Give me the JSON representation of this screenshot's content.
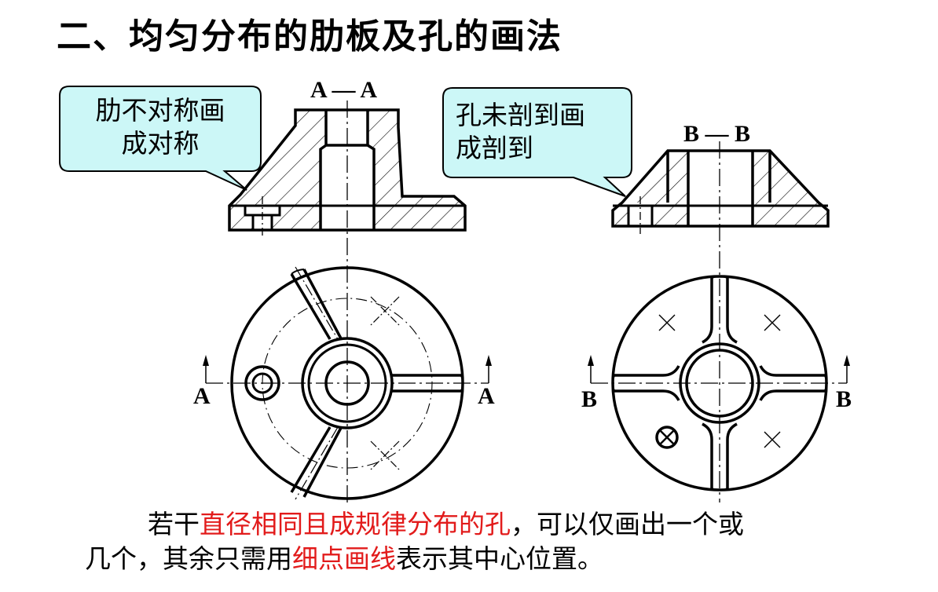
{
  "title": "二、均匀分布的肋板及孔的画法",
  "left_view": {
    "section_label": "A — A",
    "cut_label_left": "A",
    "cut_label_right": "A",
    "callout": {
      "line1": "肋不对称画",
      "line2": "成对称"
    }
  },
  "right_view": {
    "section_label": "B — B",
    "cut_label_left": "B",
    "cut_label_right": "B",
    "callout": {
      "line1": "孔未剖到画",
      "line2": "成剖到"
    }
  },
  "caption": {
    "part1": "若干",
    "part2_red": "直径相同且成规律分布的孔",
    "part3": "，可以仅画出一个或",
    "part4": "几个，其余只需用",
    "part5_red": "细点画线",
    "part6": "表示其中心位置。"
  },
  "colors": {
    "callout_fill": "#ccf7f7",
    "accent_red": "#e21b1b",
    "line": "#000000"
  }
}
